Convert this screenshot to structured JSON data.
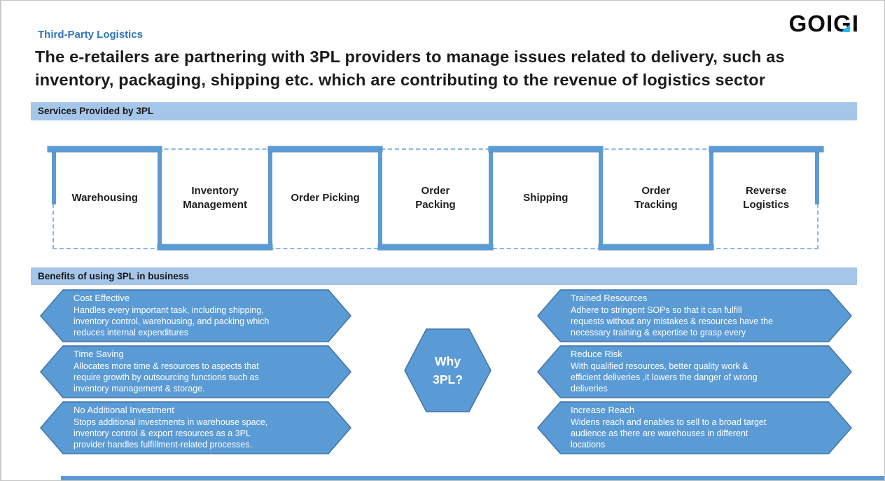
{
  "header": {
    "eyebrow": "Third-Party Logistics",
    "title": "The e-retailers are partnering with 3PL providers to manage issues related to delivery, such as\ninventory, packaging, shipping etc. which are contributing to the revenue of logistics sector",
    "logo": {
      "part1": "GOI",
      "part2": "G",
      "part3": "I"
    }
  },
  "services": {
    "banner": "Services Provided by 3PL",
    "items": [
      {
        "label": "Warehousing"
      },
      {
        "label": "Inventory\nManagement"
      },
      {
        "label": "Order Picking"
      },
      {
        "label": "Order\nPacking"
      },
      {
        "label": "Shipping"
      },
      {
        "label": "Order\nTracking"
      },
      {
        "label": "Reverse\nLogistics"
      }
    ]
  },
  "benefits": {
    "banner": "Benefits of using 3PL in business",
    "center_label": "Why\n3PL?",
    "left": [
      {
        "title": "Cost Effective",
        "body": "Handles  every important task, including shipping,\ninventory control, warehousing, and packing which\nreduces internal expenditures"
      },
      {
        "title": "Time Saving",
        "body": "Allocates  more time & resources to  aspects that\nrequire growth by outsourcing functions such as\ninventory management & storage."
      },
      {
        "title": "No Additional Investment",
        "body": "Stops additional investments in warehouse space,\ninventory control & export resources  as a 3PL\nprovider handles fulfillment-related processes."
      }
    ],
    "right": [
      {
        "title": "Trained Resources",
        "body": "Adhere to stringent SOPs so that it  can fulfill\nrequests without any mistakes & resources have the\nnecessary training & expertise to grasp every"
      },
      {
        "title": "Reduce Risk",
        "body": "With qualified resources, better quality work &\nefficient deliveries ,it  lowers the danger of wrong\ndeliveries"
      },
      {
        "title": "Increase Reach",
        "body": "Widens reach and enables to sell to a broad target\naudience as there are warehouses in different\nlocations"
      }
    ]
  },
  "colors": {
    "accent_blue": "#5B9BD5",
    "banner_blue": "#A5C6E9",
    "dashed_blue": "#8AB6E8",
    "shape_border": "#3F74A8",
    "eyebrow_blue": "#2E75B6",
    "logo_accent": "#2EB8F0"
  }
}
